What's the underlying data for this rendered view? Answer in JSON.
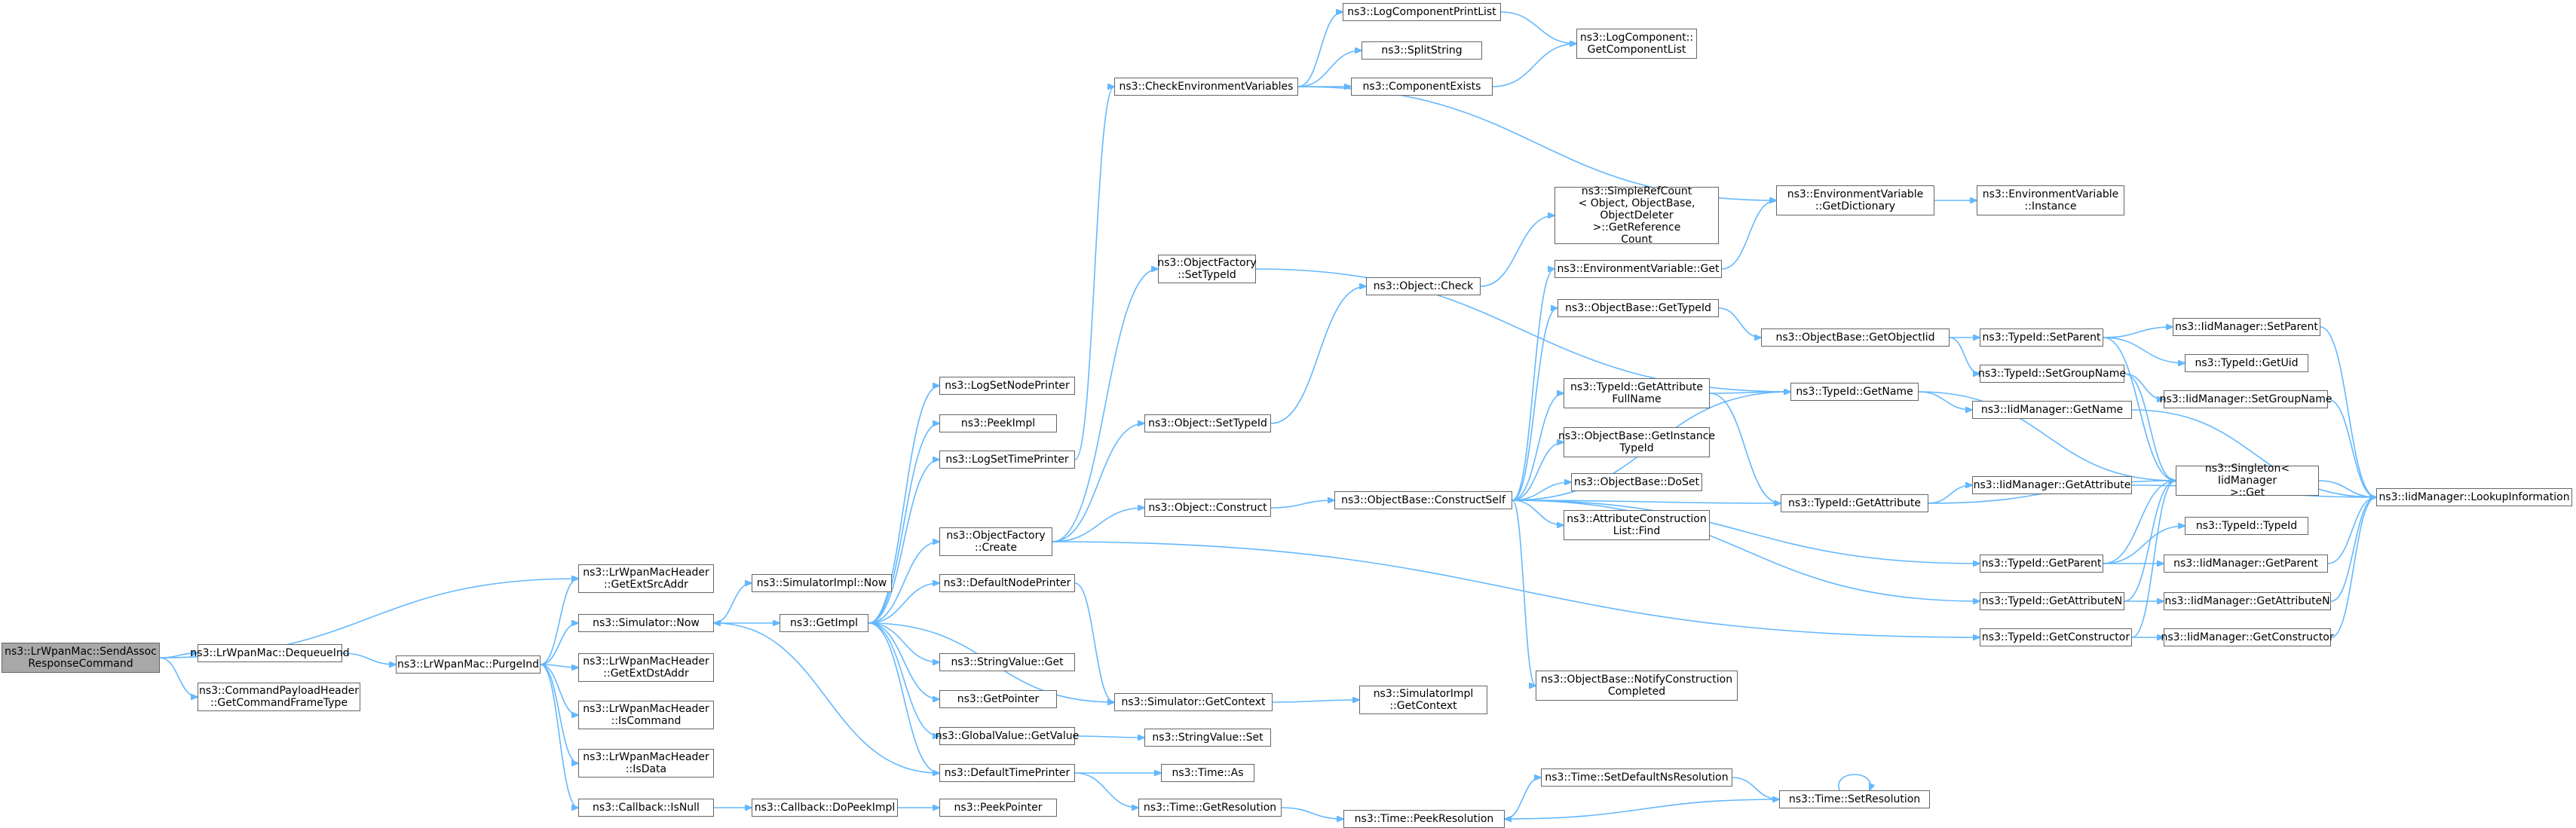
{
  "colors": {
    "edge": "#63b8ff",
    "node_border": "#666666",
    "root_fill": "#a8a8a8",
    "node_fill": "#ffffff"
  },
  "nodes": [
    {
      "id": "root",
      "label": "ns3::LrWpanMac::SendAssoc\nResponseCommand"
    },
    {
      "id": "dequeue",
      "label": "ns3::LrWpanMac::DequeueInd"
    },
    {
      "id": "cmdhdr",
      "label": "ns3::CommandPayloadHeader\n::GetCommandFrameType"
    },
    {
      "id": "purge",
      "label": "ns3::LrWpanMac::PurgeInd"
    },
    {
      "id": "extsrc",
      "label": "ns3::LrWpanMacHeader\n::GetExtSrcAddr"
    },
    {
      "id": "simnow",
      "label": "ns3::Simulator::Now"
    },
    {
      "id": "extdst",
      "label": "ns3::LrWpanMacHeader\n::GetExtDstAddr"
    },
    {
      "id": "iscmd",
      "label": "ns3::LrWpanMacHeader\n::IsCommand"
    },
    {
      "id": "isdata",
      "label": "ns3::LrWpanMacHeader\n::IsData"
    },
    {
      "id": "cbnull",
      "label": "ns3::Callback::IsNull"
    },
    {
      "id": "simimplnow",
      "label": "ns3::SimulatorImpl::Now"
    },
    {
      "id": "getimpl",
      "label": "ns3::GetImpl"
    },
    {
      "id": "cbpeek",
      "label": "ns3::Callback::DoPeekImpl"
    },
    {
      "id": "peekptr",
      "label": "ns3::PeekPointer"
    },
    {
      "id": "logsetnode",
      "label": "ns3::LogSetNodePrinter"
    },
    {
      "id": "peekimpl",
      "label": "ns3::PeekImpl"
    },
    {
      "id": "logsettime",
      "label": "ns3::LogSetTimePrinter"
    },
    {
      "id": "objfcreate",
      "label": "ns3::ObjectFactory\n::Create"
    },
    {
      "id": "defnode",
      "label": "ns3::DefaultNodePrinter"
    },
    {
      "id": "strget",
      "label": "ns3::StringValue::Get"
    },
    {
      "id": "getptr",
      "label": "ns3::GetPointer"
    },
    {
      "id": "gvget",
      "label": "ns3::GlobalValue::GetValue"
    },
    {
      "id": "deftime",
      "label": "ns3::DefaultTimePrinter"
    },
    {
      "id": "checkenv",
      "label": "ns3::CheckEnvironmentVariables"
    },
    {
      "id": "objfsettid",
      "label": "ns3::ObjectFactory\n::SetTypeId"
    },
    {
      "id": "objsettid",
      "label": "ns3::Object::SetTypeId"
    },
    {
      "id": "objconstruct",
      "label": "ns3::Object::Construct"
    },
    {
      "id": "simgetctx",
      "label": "ns3::Simulator::GetContext"
    },
    {
      "id": "strset",
      "label": "ns3::StringValue::Set"
    },
    {
      "id": "timeas",
      "label": "ns3::Time::As"
    },
    {
      "id": "timegetres",
      "label": "ns3::Time::GetResolution"
    },
    {
      "id": "logprintlist",
      "label": "ns3::LogComponentPrintList"
    },
    {
      "id": "splitstr",
      "label": "ns3::SplitString"
    },
    {
      "id": "compexists",
      "label": "ns3::ComponentExists"
    },
    {
      "id": "objcheck",
      "label": "ns3::Object::Check"
    },
    {
      "id": "construct",
      "label": "ns3::ObjectBase::ConstructSelf"
    },
    {
      "id": "simimplctx",
      "label": "ns3::SimulatorImpl\n::GetContext"
    },
    {
      "id": "peekres",
      "label": "ns3::Time::PeekResolution"
    },
    {
      "id": "logcomplist",
      "label": "ns3::LogComponent::\nGetComponentList"
    },
    {
      "id": "refcount",
      "label": "ns3::SimpleRefCount\n< Object, ObjectBase,\nObjectDeleter >::GetReference\nCount"
    },
    {
      "id": "envget",
      "label": "ns3::EnvironmentVariable::Get"
    },
    {
      "id": "obgettid",
      "label": "ns3::ObjectBase::GetTypeId"
    },
    {
      "id": "tidattrfull",
      "label": "ns3::TypeId::GetAttribute\nFullName"
    },
    {
      "id": "obinst",
      "label": "ns3::ObjectBase::GetInstance\nTypeId"
    },
    {
      "id": "obdoset",
      "label": "ns3::ObjectBase::DoSet"
    },
    {
      "id": "attrfind",
      "label": "ns3::AttributeConstruction\nList::Find"
    },
    {
      "id": "obnotify",
      "label": "ns3::ObjectBase::NotifyConstruction\nCompleted"
    },
    {
      "id": "setdefres",
      "label": "ns3::Time::SetDefaultNsResolution"
    },
    {
      "id": "envdict",
      "label": "ns3::EnvironmentVariable\n::GetDictionary"
    },
    {
      "id": "envinst",
      "label": "ns3::EnvironmentVariable\n::Instance"
    },
    {
      "id": "obgetoid",
      "label": "ns3::ObjectBase::GetObjectIid"
    },
    {
      "id": "tidgetname",
      "label": "ns3::TypeId::GetName"
    },
    {
      "id": "tidgetattr",
      "label": "ns3::TypeId::GetAttribute"
    },
    {
      "id": "timesetres",
      "label": "ns3::Time::SetResolution"
    },
    {
      "id": "tidsetparent",
      "label": "ns3::TypeId::SetParent"
    },
    {
      "id": "tidsetgroup",
      "label": "ns3::TypeId::SetGroupName"
    },
    {
      "id": "iidgetname",
      "label": "ns3::IidManager::GetName"
    },
    {
      "id": "iidgetattr",
      "label": "ns3::IidManager::GetAttribute"
    },
    {
      "id": "tidgetparent",
      "label": "ns3::TypeId::GetParent"
    },
    {
      "id": "tidgetattrn",
      "label": "ns3::TypeId::GetAttributeN"
    },
    {
      "id": "tidgetctor",
      "label": "ns3::TypeId::GetConstructor"
    },
    {
      "id": "iidsetparent",
      "label": "ns3::IidManager::SetParent"
    },
    {
      "id": "tidgetuid",
      "label": "ns3::TypeId::GetUid"
    },
    {
      "id": "iidsetgroup",
      "label": "ns3::IidManager::SetGroupName"
    },
    {
      "id": "singleton",
      "label": "ns3::Singleton< IidManager\n>::Get"
    },
    {
      "id": "tidtypeid",
      "label": "ns3::TypeId::TypeId"
    },
    {
      "id": "iidgetparent",
      "label": "ns3::IidManager::GetParent"
    },
    {
      "id": "iidgetattrn",
      "label": "ns3::IidManager::GetAttributeN"
    },
    {
      "id": "iidgetctor",
      "label": "ns3::IidManager::GetConstructor"
    },
    {
      "id": "iidlookup",
      "label": "ns3::IidManager::LookupInformation"
    }
  ],
  "edges": [
    [
      "root",
      "dequeue"
    ],
    [
      "root",
      "cmdhdr"
    ],
    [
      "root",
      "extsrc"
    ],
    [
      "dequeue",
      "purge"
    ],
    [
      "purge",
      "extsrc"
    ],
    [
      "purge",
      "simnow"
    ],
    [
      "purge",
      "extdst"
    ],
    [
      "purge",
      "iscmd"
    ],
    [
      "purge",
      "isdata"
    ],
    [
      "purge",
      "cbnull"
    ],
    [
      "simnow",
      "simimplnow"
    ],
    [
      "simnow",
      "getimpl"
    ],
    [
      "cbnull",
      "cbpeek"
    ],
    [
      "cbpeek",
      "peekptr"
    ],
    [
      "getimpl",
      "logsetnode"
    ],
    [
      "getimpl",
      "peekimpl"
    ],
    [
      "getimpl",
      "logsettime"
    ],
    [
      "getimpl",
      "objfcreate"
    ],
    [
      "getimpl",
      "defnode"
    ],
    [
      "getimpl",
      "strget"
    ],
    [
      "getimpl",
      "getptr"
    ],
    [
      "getimpl",
      "gvget"
    ],
    [
      "getimpl",
      "deftime"
    ],
    [
      "getimpl",
      "simgetctx"
    ],
    [
      "logsettime",
      "checkenv"
    ],
    [
      "objfcreate",
      "objfsettid"
    ],
    [
      "objfcreate",
      "objsettid"
    ],
    [
      "objfcreate",
      "objconstruct"
    ],
    [
      "objfcreate",
      "tidgetctor"
    ],
    [
      "defnode",
      "simgetctx"
    ],
    [
      "gvget",
      "strset"
    ],
    [
      "deftime",
      "simnow"
    ],
    [
      "deftime",
      "timeas"
    ],
    [
      "deftime",
      "timegetres"
    ],
    [
      "checkenv",
      "logprintlist"
    ],
    [
      "checkenv",
      "splitstr"
    ],
    [
      "checkenv",
      "compexists"
    ],
    [
      "checkenv",
      "envdict"
    ],
    [
      "objfsettid",
      "tidgetname"
    ],
    [
      "objsettid",
      "objcheck"
    ],
    [
      "objconstruct",
      "construct"
    ],
    [
      "simgetctx",
      "simimplctx"
    ],
    [
      "timegetres",
      "peekres"
    ],
    [
      "logprintlist",
      "logcomplist"
    ],
    [
      "compexists",
      "logcomplist"
    ],
    [
      "objcheck",
      "refcount"
    ],
    [
      "construct",
      "envget"
    ],
    [
      "construct",
      "obgettid"
    ],
    [
      "construct",
      "tidattrfull"
    ],
    [
      "construct",
      "obinst"
    ],
    [
      "construct",
      "obdoset"
    ],
    [
      "construct",
      "attrfind"
    ],
    [
      "construct",
      "obnotify"
    ],
    [
      "construct",
      "tidgetname"
    ],
    [
      "construct",
      "tidgetattr"
    ],
    [
      "construct",
      "tidgetparent"
    ],
    [
      "construct",
      "tidgetattrn"
    ],
    [
      "peekres",
      "setdefres"
    ],
    [
      "envget",
      "envdict"
    ],
    [
      "obgettid",
      "obgetoid"
    ],
    [
      "tidattrfull",
      "tidgetname"
    ],
    [
      "tidattrfull",
      "tidgetattr"
    ],
    [
      "setdefres",
      "timesetres"
    ],
    [
      "envdict",
      "envinst"
    ],
    [
      "obgetoid",
      "tidsetparent"
    ],
    [
      "obgetoid",
      "tidsetgroup"
    ],
    [
      "tidgetname",
      "iidgetname"
    ],
    [
      "tidgetname",
      "singleton"
    ],
    [
      "tidgetattr",
      "iidgetattr"
    ],
    [
      "tidgetattr",
      "singleton"
    ],
    [
      "timesetres",
      "peekres"
    ],
    [
      "timesetres",
      "timesetres"
    ],
    [
      "tidsetparent",
      "iidsetparent"
    ],
    [
      "tidsetparent",
      "tidgetuid"
    ],
    [
      "tidsetparent",
      "singleton"
    ],
    [
      "tidsetgroup",
      "iidsetgroup"
    ],
    [
      "tidsetgroup",
      "singleton"
    ],
    [
      "iidgetname",
      "iidlookup"
    ],
    [
      "tidgetparent",
      "tidtypeid"
    ],
    [
      "tidgetparent",
      "iidgetparent"
    ],
    [
      "tidgetparent",
      "singleton"
    ],
    [
      "tidgetattrn",
      "iidgetattrn"
    ],
    [
      "tidgetattrn",
      "singleton"
    ],
    [
      "tidgetctor",
      "iidgetctor"
    ],
    [
      "tidgetctor",
      "singleton"
    ],
    [
      "iidsetparent",
      "iidlookup"
    ],
    [
      "iidsetgroup",
      "iidlookup"
    ],
    [
      "singleton",
      "iidlookup"
    ],
    [
      "iidgetparent",
      "iidlookup"
    ],
    [
      "iidgetattrn",
      "iidlookup"
    ],
    [
      "iidgetctor",
      "iidlookup"
    ],
    [
      "iidgetattr",
      "iidlookup"
    ]
  ]
}
